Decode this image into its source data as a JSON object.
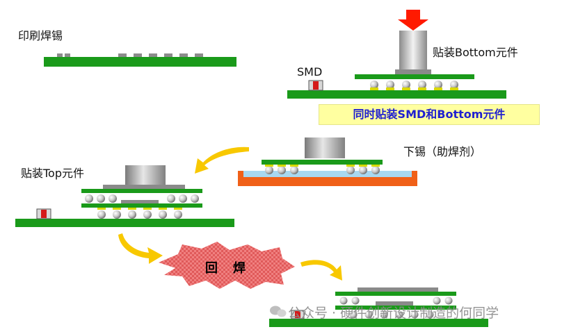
{
  "labels": {
    "print_solder": "印刷焊锡",
    "place_bottom": "贴装Bottom元件",
    "smd": "SMD",
    "simultaneous": "同时贴装SMD和Bottom元件",
    "dip_solder": "下锡（助焊剂）",
    "place_top": "贴装Top元件",
    "reflow": "回焊"
  },
  "watermark": "公众号 · 硬件创新设计制造的何同学",
  "icons": [
    "down-arrow-icon",
    "curved-arrow-icon",
    "wechat-icon"
  ],
  "colors": {
    "pcb_green": "#1a9a1a",
    "solder_ball": "#c8c8c8",
    "chip_gray": "#9a9a9a",
    "flux_tray": "#f06018",
    "flux_liquid": "#a8d8f0",
    "arrow_yellow": "#f8c800",
    "press_arrow_red": "#ff1a00",
    "reflow_burst": "#e86060",
    "banner_bg": "#ffffa0",
    "banner_text": "#2020d0"
  }
}
